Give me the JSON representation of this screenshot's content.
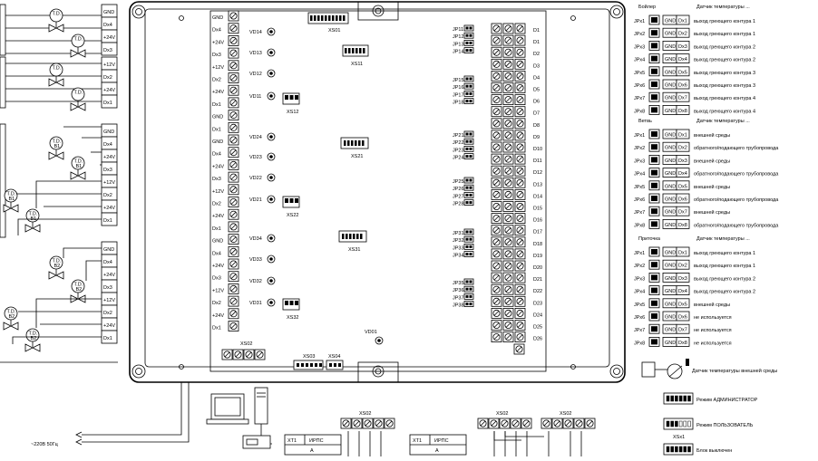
{
  "left_blocks": [
    {
      "id": "lb1",
      "pins": [
        "GND",
        "Dx4",
        "+24V",
        "Dx3"
      ]
    },
    {
      "id": "lb2",
      "pins": [
        "+12V",
        "Dx2",
        "+24V",
        "Dx1"
      ]
    },
    {
      "id": "lb3",
      "pins": [
        "GND",
        "Dx4",
        "+24V",
        "Dx3",
        "+12V",
        "Dx2",
        "+24V",
        "Dx1"
      ]
    },
    {
      "id": "lb4",
      "pins": [
        "GND",
        "Dx4",
        "+24V",
        "Dx3",
        "+12V",
        "Dx2",
        "+24V",
        "Dx1"
      ]
    }
  ],
  "valve_label": "T.D.",
  "valve_sub": "B1",
  "valve_sub2": "B2",
  "board": {
    "left_terminals": [
      "GND",
      "Dx4",
      "+24V",
      "Dx3",
      "+12V",
      "Dx2",
      "+24V",
      "Dx1",
      "GND",
      "Dx1",
      "GND",
      "Dx4",
      "+24V",
      "Dx3",
      "+12V",
      "Dx2",
      "+24V",
      "Dx1",
      "GND",
      "Dx4",
      "+24V",
      "Dx3",
      "+12V",
      "Dx2",
      "+24V",
      "Dx1"
    ],
    "vd_labels": [
      "VD14",
      "VD13",
      "VD12",
      "VD11",
      "VD24",
      "VD23",
      "VD22",
      "VD21",
      "VD34",
      "VD33",
      "VD32",
      "VD31"
    ],
    "xs_labels": [
      "XS12",
      "XS22",
      "XS32"
    ],
    "connectors": [
      "XS01",
      "XS11",
      "XS21",
      "XS31"
    ],
    "right_terminals": [
      "D1",
      "D1",
      "D2",
      "D3",
      "D4",
      "D5",
      "D6",
      "D7",
      "D8",
      "D9",
      "D10",
      "D11",
      "D12",
      "D13",
      "D14",
      "D15",
      "D16",
      "D17",
      "D18",
      "D19",
      "D20",
      "D21",
      "D22",
      "D23",
      "D24",
      "D25",
      "D26"
    ],
    "jp_labels": [
      "JP11",
      "JP12",
      "JP13",
      "JP14",
      "JP15",
      "JP16",
      "JP17",
      "JP18",
      "JP21",
      "JP22",
      "JP23",
      "JP24",
      "JP25",
      "JP26",
      "JP27",
      "JP28",
      "JP31",
      "JP32",
      "JP33",
      "JP34",
      "JP35",
      "JP36",
      "JP37",
      "JP38"
    ],
    "vd0": "VD01",
    "bottom_left": "XS02",
    "bottom_mid": [
      "XS03",
      "XS04"
    ]
  },
  "legend": {
    "sections": [
      {
        "title": "Бойлер",
        "subtitle": "Датчик температуры ...",
        "rows": [
          {
            "jp": "JPx1",
            "g": "GND",
            "x": "Dx1",
            "text": "выход греющего контура 1"
          },
          {
            "jp": "JPx2",
            "g": "GND",
            "x": "Dx2",
            "text": "выход греющего контура 1"
          },
          {
            "jp": "JPx3",
            "g": "GND",
            "x": "Dx3",
            "text": "выход греющего контура 2"
          },
          {
            "jp": "JPx4",
            "g": "GND",
            "x": "Dx4",
            "text": "выход греющего контура 2"
          },
          {
            "jp": "JPx5",
            "g": "GND",
            "x": "Dx5",
            "text": "выход греющего контура 3"
          },
          {
            "jp": "JPx6",
            "g": "GND",
            "x": "Dx6",
            "text": "выход греющего контура 3"
          },
          {
            "jp": "JPx7",
            "g": "GND",
            "x": "Dx7",
            "text": "выход греющего контура 4"
          },
          {
            "jp": "JPx8",
            "g": "GND",
            "x": "Dx8",
            "text": "выход греющего контура 4"
          }
        ]
      },
      {
        "title": "Ветвь",
        "subtitle": "Датчик температуры ...",
        "rows": [
          {
            "jp": "JPx1",
            "g": "GND",
            "x": "Dx1",
            "text": "внешней среды"
          },
          {
            "jp": "JPx2",
            "g": "GND",
            "x": "Dx2",
            "text": "обратного/подающего трубопровода"
          },
          {
            "jp": "JPx3",
            "g": "GND",
            "x": "Dx3",
            "text": "внешней среды"
          },
          {
            "jp": "JPx4",
            "g": "GND",
            "x": "Dx4",
            "text": "обратного/подающего трубопровода"
          },
          {
            "jp": "JPx5",
            "g": "GND",
            "x": "Dx5",
            "text": "внешней среды"
          },
          {
            "jp": "JPx6",
            "g": "GND",
            "x": "Dx6",
            "text": "обратного/подающего трубопровода"
          },
          {
            "jp": "JPx7",
            "g": "GND",
            "x": "Dx7",
            "text": "внешней среды"
          },
          {
            "jp": "JPx8",
            "g": "GND",
            "x": "Dx8",
            "text": "обратного/подающего трубопровода"
          }
        ]
      },
      {
        "title": "Приточка",
        "subtitle": "Датчик температуры ...",
        "rows": [
          {
            "jp": "JPx1",
            "g": "GND",
            "x": "Dx1",
            "text": "выход греющего контура 1"
          },
          {
            "jp": "JPx2",
            "g": "GND",
            "x": "Dx2",
            "text": "выход греющего контура 1"
          },
          {
            "jp": "JPx3",
            "g": "GND",
            "x": "Dx3",
            "text": "выход греющего контура 2"
          },
          {
            "jp": "JPx4",
            "g": "GND",
            "x": "Dx4",
            "text": "выход греющего контура 2"
          },
          {
            "jp": "JPx5",
            "g": "GND",
            "x": "Dx5",
            "text": "внешней среды"
          },
          {
            "jp": "JPx6",
            "g": "GND",
            "x": "Dx6",
            "text": "не используется"
          },
          {
            "jp": "JPx7",
            "g": "GND",
            "x": "Dx7",
            "text": "не используется"
          },
          {
            "jp": "JPx8",
            "g": "GND",
            "x": "Dx8",
            "text": "не используется"
          }
        ]
      }
    ],
    "sensor_text": "Датчик температуры внешней среды",
    "modes": [
      {
        "label": "Режим АДМИНИСТРАТОР",
        "sub": ""
      },
      {
        "label": "Режим ПОЛЬЗОВАТЕЛЬ",
        "sub": "XSx1"
      },
      {
        "label": "Блок выключен",
        "sub": ""
      }
    ]
  },
  "bottom": {
    "power_label": "~220В 50Гц",
    "xt1": "XT1",
    "irps": "ИРПС",
    "a": "A",
    "xs02": "XS02"
  }
}
